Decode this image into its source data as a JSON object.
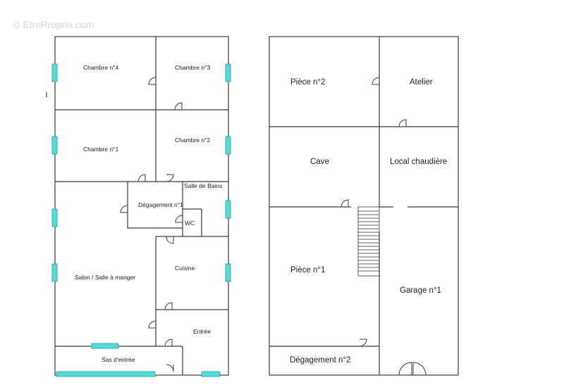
{
  "watermark": "© EtreProprio.com",
  "floor_left": {
    "rooms": {
      "chambre4": "Chambre n°4",
      "chambre3": "Chambre n°3",
      "chambre1": "Chambre n°1",
      "chambre2": "Chambre n°2",
      "salle_de_bains": "Salle de Bains",
      "degagement1": "Dégagement n°1",
      "wc": "WC",
      "salon": "Salon / Salle à manger",
      "cuisine": "Cuisine",
      "entree": "Entrée",
      "sas": "Sas d'entrée"
    }
  },
  "floor_right": {
    "rooms": {
      "piece2": "Pièce n°2",
      "atelier": "Atelier",
      "cave": "Cave",
      "local_chaudiere": "Local chaudière",
      "piece1": "Pièce n°1",
      "garage1": "Garage n°1",
      "degagement2": "Dégagement n°2"
    }
  },
  "colors": {
    "wall": "#3a3a3a",
    "window": "#53dcdc"
  }
}
